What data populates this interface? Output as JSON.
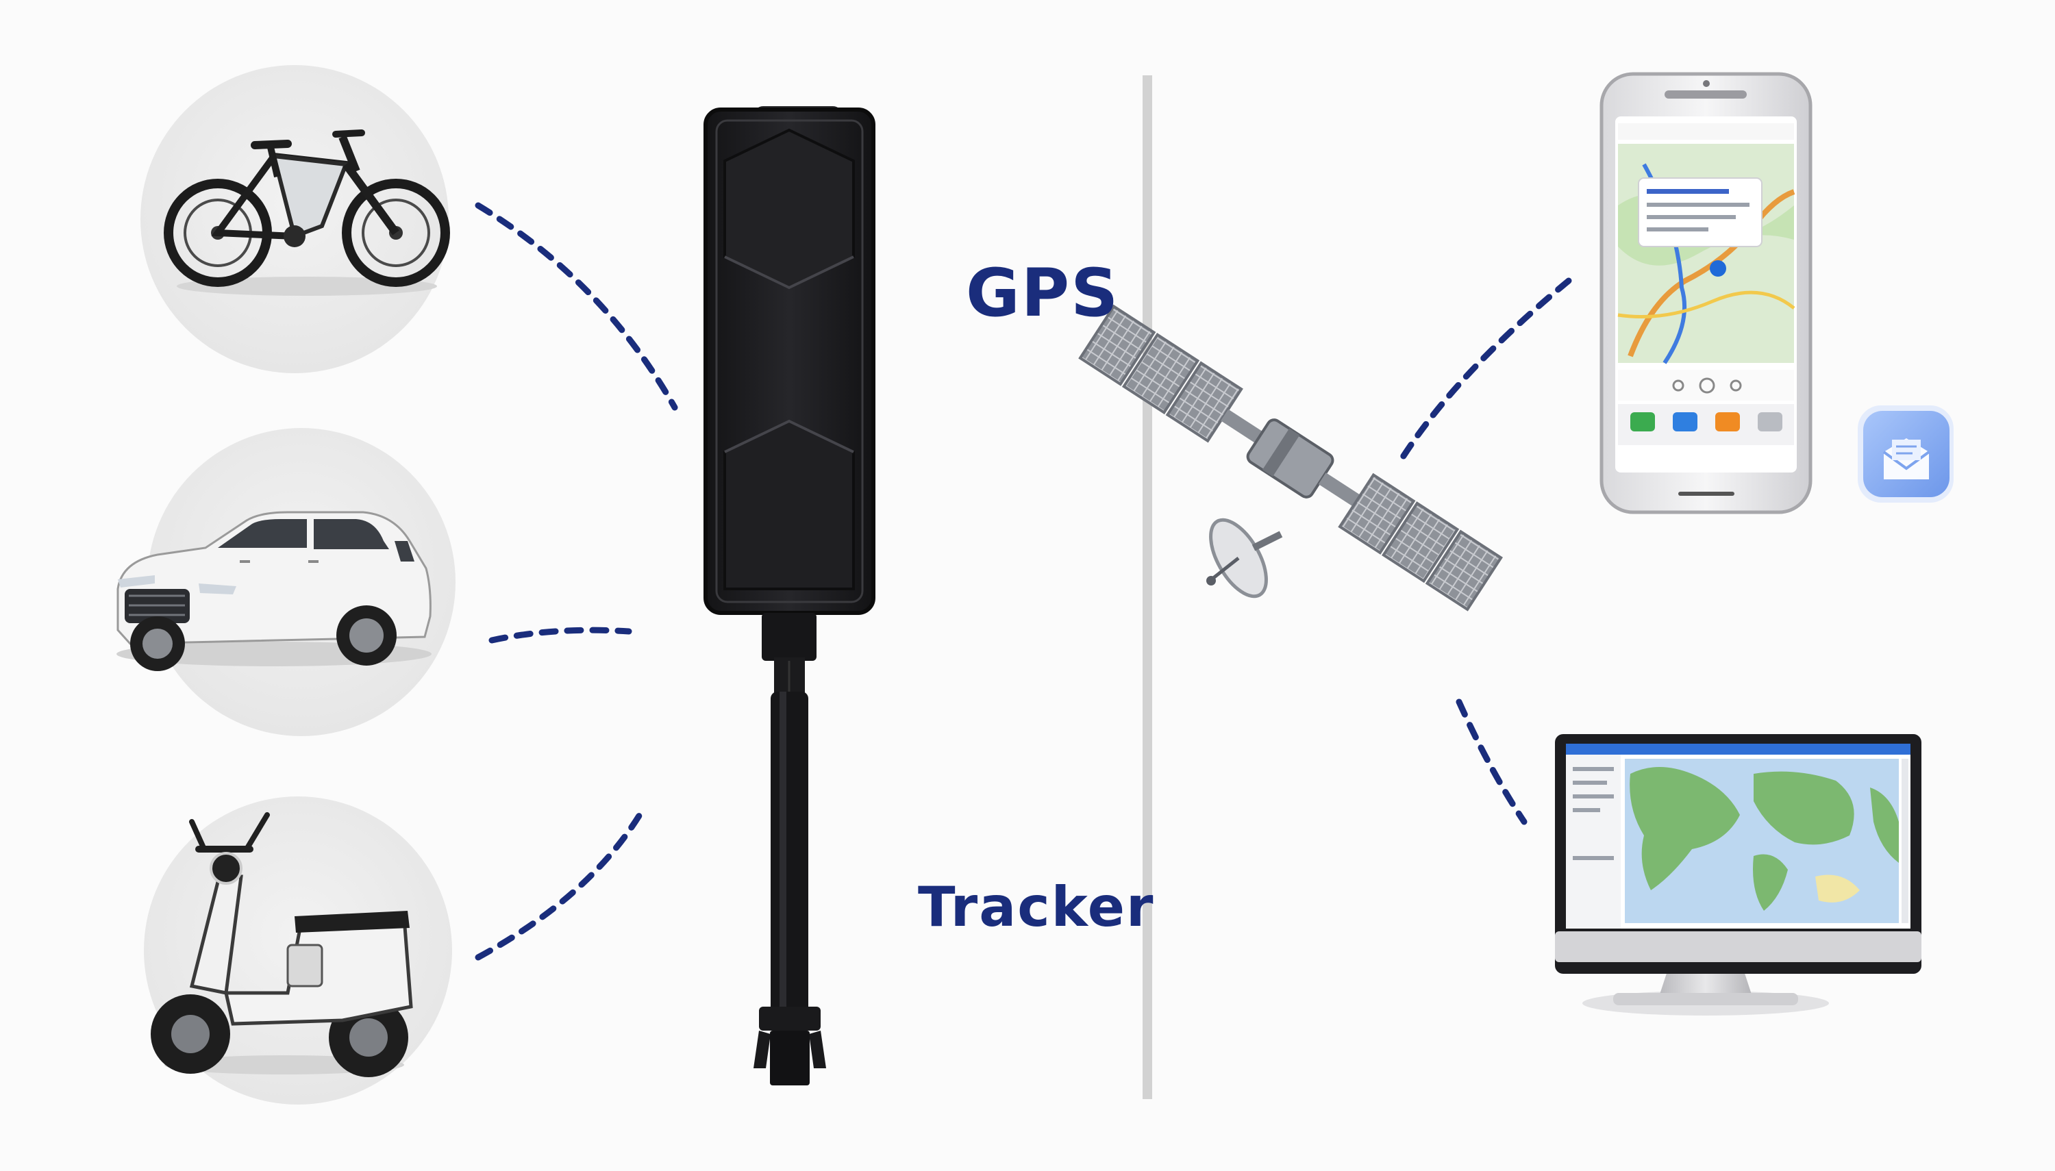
{
  "labels": {
    "gps": "GPS",
    "tracker": "Tracker"
  },
  "colors": {
    "accent": "#1a2d7c",
    "connector_dots": "#1a2d7c",
    "device_body": "#1d1d1f",
    "divider": "#cfcfcf",
    "circle_bg": "#ececec",
    "map_green": "#7cb870",
    "map_water": "#bcd7f0",
    "app_icon_bg": "#8fb4f2"
  },
  "vehicles": [
    {
      "name": "bicycle",
      "icon": "bicycle-icon"
    },
    {
      "name": "car",
      "icon": "suv-car-icon"
    },
    {
      "name": "scooter",
      "icon": "electric-scooter-icon"
    }
  ],
  "receivers": [
    {
      "name": "smartphone",
      "icon": "phone-map-app-icon"
    },
    {
      "name": "desktop-monitor",
      "icon": "monitor-world-map-icon"
    }
  ],
  "satellite": {
    "icon": "satellite-icon"
  },
  "app_badge": {
    "icon": "mail-app-icon"
  }
}
